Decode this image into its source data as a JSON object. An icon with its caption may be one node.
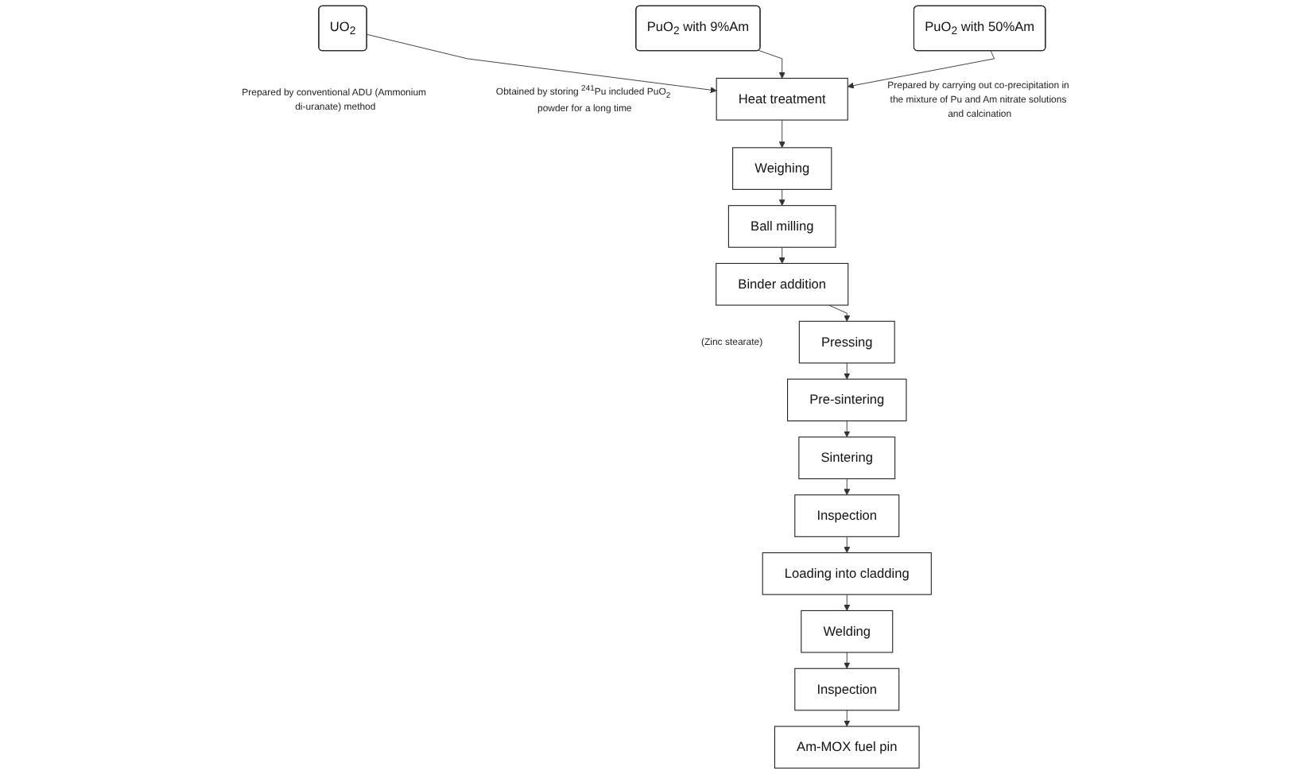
{
  "diagram": {
    "nodes": [
      {
        "text": [
          "UO$_{2}$"
        ],
        "beside": [
          "Prepared by conventional ADU (Ammonium di-uranate) method"
        ]
      },
      {
        "text": [
          "PuO$_{2}$ with 9%Am"
        ],
        "beside": [
          "Obtained by storing $^{241}$Pu included PuO$_{2}$ powder for a long time"
        ]
      },
      {
        "text": [
          "PuO$_{2}$ with 50%Am"
        ],
        "beside": [
          "Prepared by carrying out co-precipitation in the mixture of Pu and Am nitrate solutions and calcination"
        ]
      },
      {
        "text": [
          "Heat treatment"
        ]
      },
      {
        "text": [
          "Weighing"
        ]
      },
      {
        "text": [
          "Ball milling"
        ]
      },
      {
        "text": [
          "Binder addition"
        ],
        "beside": [
          "(Zinc stearate)"
        ]
      },
      {
        "text": [
          "Pressing"
        ]
      },
      {
        "text": [
          "Pre-sintering"
        ]
      },
      {
        "text": [
          "Sintering"
        ]
      },
      {
        "text": [
          "Inspection"
        ]
      },
      {
        "text": [
          "Loading into cladding"
        ]
      },
      {
        "text": [
          "Welding"
        ]
      },
      {
        "text": [
          "Inspection"
        ]
      },
      {
        "text": [
          "Am-MOX fuel pin"
        ]
      }
    ],
    "edges": [
      {
        "from": 0,
        "to": 3,
        "arrow": "to"
      },
      {
        "from": 1,
        "to": 3,
        "arrow": "to"
      },
      {
        "from": 2,
        "to": 3,
        "arrow": "to"
      },
      {
        "from": 3,
        "to": 4,
        "arrow": "to"
      },
      {
        "from": 4,
        "to": 5,
        "arrow": "to"
      },
      {
        "from": 5,
        "to": 6,
        "arrow": "to"
      },
      {
        "from": 6,
        "to": 7,
        "arrow": "to"
      },
      {
        "from": 7,
        "to": 8,
        "arrow": "to"
      },
      {
        "from": 8,
        "to": 9,
        "arrow": "to"
      },
      {
        "from": 9,
        "to": 10,
        "arrow": "to"
      },
      {
        "from": 10,
        "to": 11,
        "arrow": "to"
      },
      {
        "from": 11,
        "to": 12,
        "arrow": "to"
      },
      {
        "from": 12,
        "to": 13,
        "arrow": "to"
      },
      {
        "from": 13,
        "to": 14,
        "arrow": "to"
      }
    ]
  }
}
